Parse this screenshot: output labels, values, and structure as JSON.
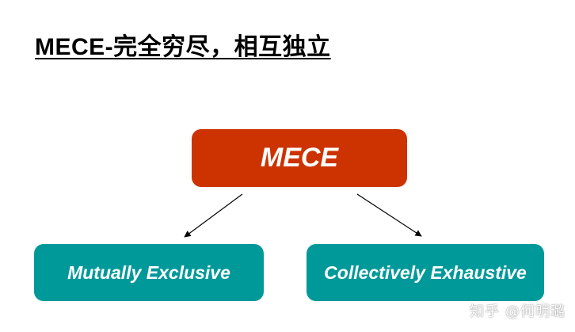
{
  "title": "MECE-完全穷尽，相互独立",
  "diagram": {
    "root_label": "MECE",
    "left_label": "Mutually Exclusive",
    "right_label": "Collectively Exhaustive",
    "colors": {
      "root_fill": "#cc3300",
      "child_fill": "#009999",
      "text": "#ffffff",
      "arrow": "#000000"
    }
  },
  "watermark": "知乎 @何明璐"
}
